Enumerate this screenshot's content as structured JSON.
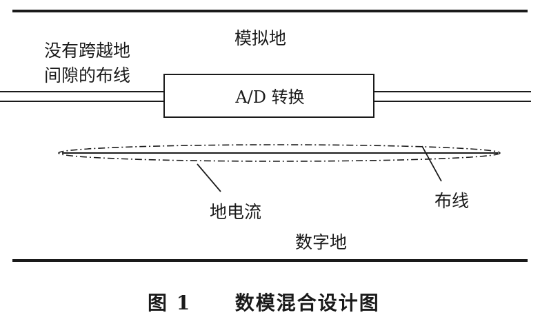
{
  "labels": {
    "analog_ground": "模拟地",
    "left_line1": "没有跨越地",
    "left_line2": "间隙的布线",
    "converter": "A/D 转换",
    "ground_current": "地电流",
    "trace": "布线",
    "digital_ground": "数字地"
  },
  "caption": {
    "figure_number": "图 1",
    "title": "数模混合设计图"
  },
  "colors": {
    "ink": "#1a1a1a",
    "background": "#ffffff"
  }
}
